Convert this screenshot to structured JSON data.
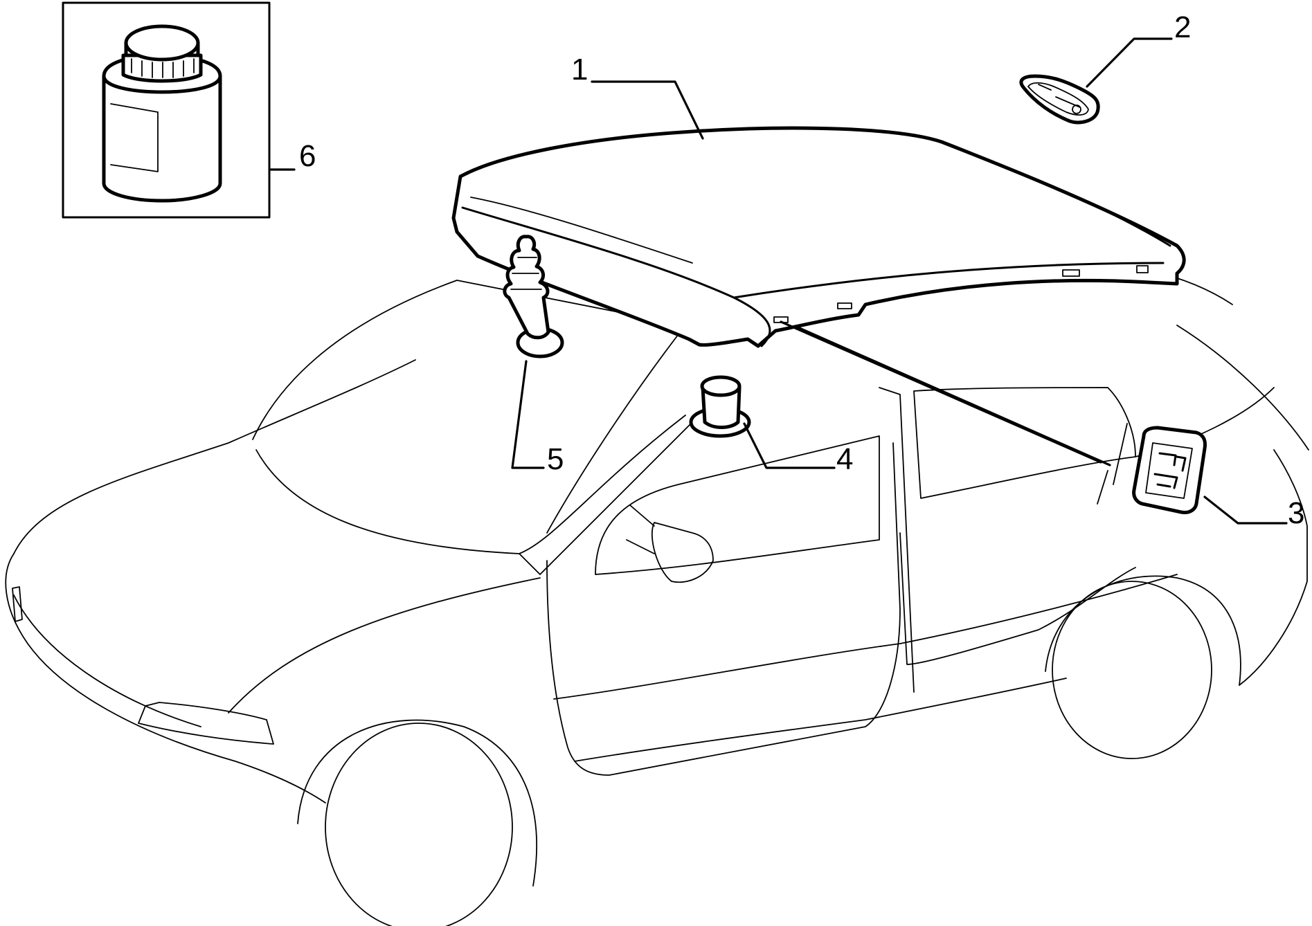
{
  "callouts": {
    "c1": "1",
    "c2": "2",
    "c3": "3",
    "c4": "4",
    "c5": "5",
    "c6": "6"
  },
  "parts": [
    {
      "ref": "1",
      "icon": "roof-panel-icon"
    },
    {
      "ref": "2",
      "icon": "grommet-icon"
    },
    {
      "ref": "3",
      "icon": "clip-icon"
    },
    {
      "ref": "4",
      "icon": "plug-icon"
    },
    {
      "ref": "5",
      "icon": "fastener-icon"
    },
    {
      "ref": "6",
      "icon": "adhesive-bottle-icon"
    }
  ]
}
